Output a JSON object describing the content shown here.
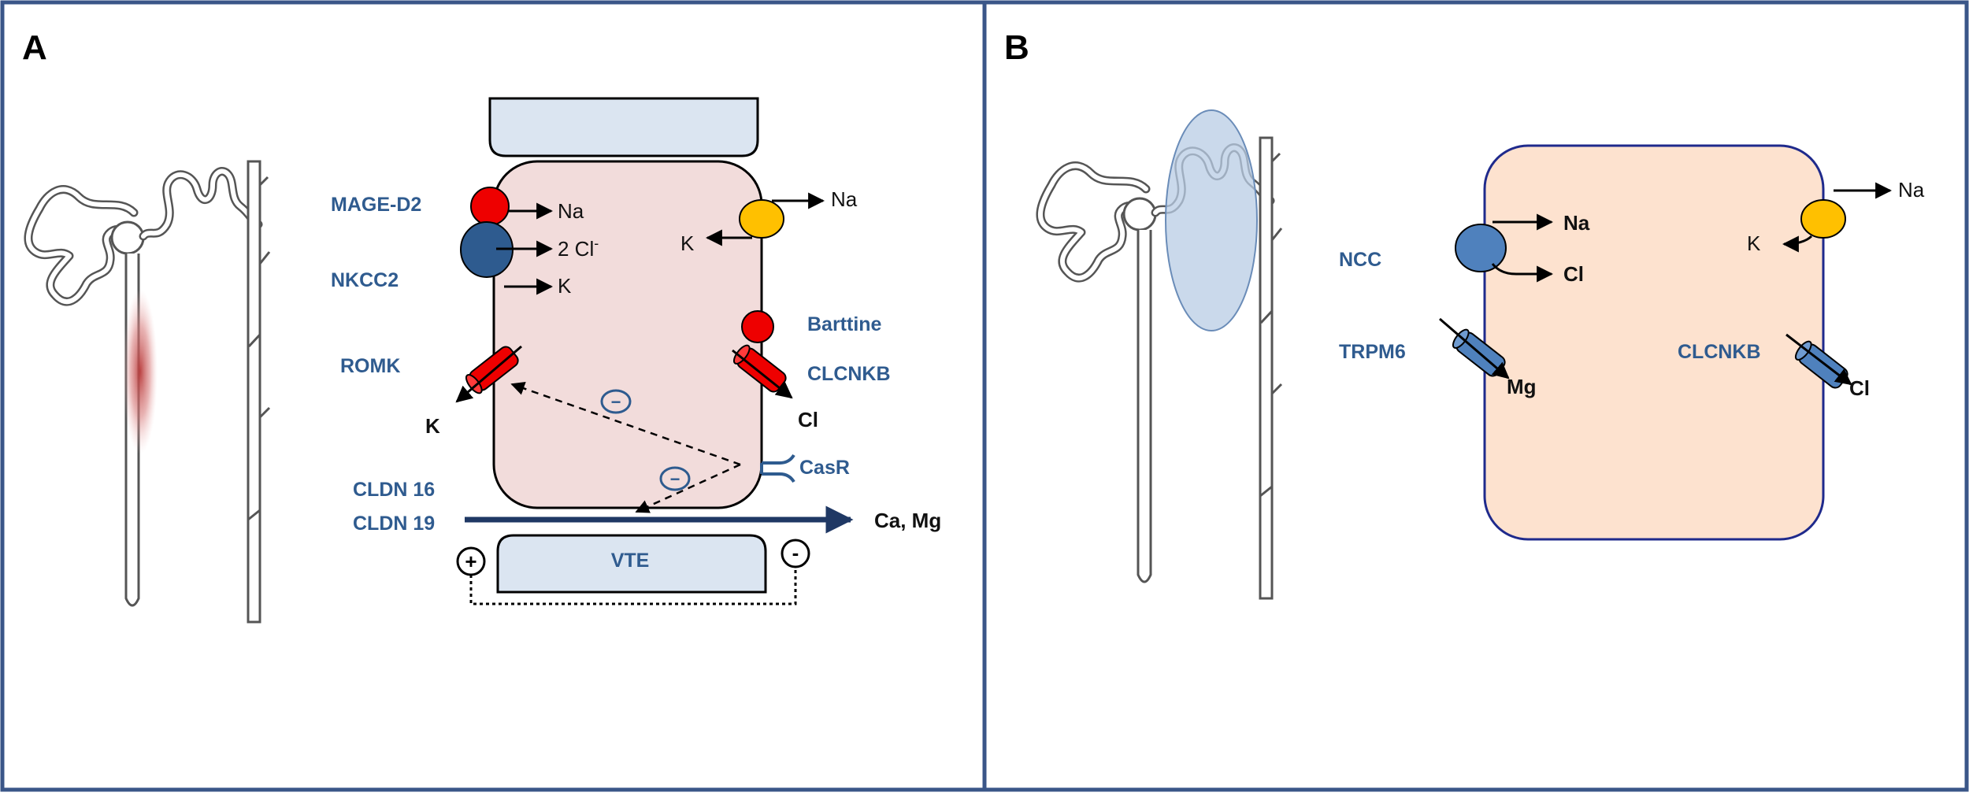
{
  "colors": {
    "panel_border": "#3a5688",
    "label_blue": "#2f5b8f",
    "cell_pink": "#f2dcdb",
    "cell_peach": "#fde2cf",
    "lumen_blue": "#dbe5f1",
    "transporter_red": "#ee0000",
    "transporter_navy": "#2e5b8f",
    "pump_yellow": "#ffc000",
    "channel_blue": "#4f81bd",
    "paracellular_arrow": "#1f3864",
    "nephron_highlight_red": "#c0504d",
    "dct_highlight_blue": "#b8cce4"
  },
  "panel_a": {
    "letter": "A",
    "labels": {
      "mage_d2": "MAGE-D2",
      "nkcc2": "NKCC2",
      "romk": "ROMK",
      "barttine": "Barttine",
      "clcnkb": "CLCNKB",
      "casr": "CasR",
      "cldn16": "CLDN 16",
      "cldn19": "CLDN 19",
      "vte": "VTE"
    },
    "ions": {
      "na_in": "Na",
      "cl_in": "2 Cl",
      "cl_superscript": "-",
      "k_in": "K",
      "na_pump": "Na",
      "k_pump": "K",
      "k_out": "K",
      "cl_out": "Cl",
      "ca_mg": "Ca, Mg"
    },
    "signs": {
      "inhibit_1": "−",
      "inhibit_2": "−",
      "plus": "+",
      "minus": "-"
    }
  },
  "panel_b": {
    "letter": "B",
    "labels": {
      "ncc": "NCC",
      "trpm6": "TRPM6",
      "clcnkb": "CLCNKB"
    },
    "ions": {
      "na_in": "Na",
      "cl_in": "Cl",
      "mg": "Mg",
      "na_pump": "Na",
      "k_pump": "K",
      "cl_out": "Cl"
    }
  }
}
